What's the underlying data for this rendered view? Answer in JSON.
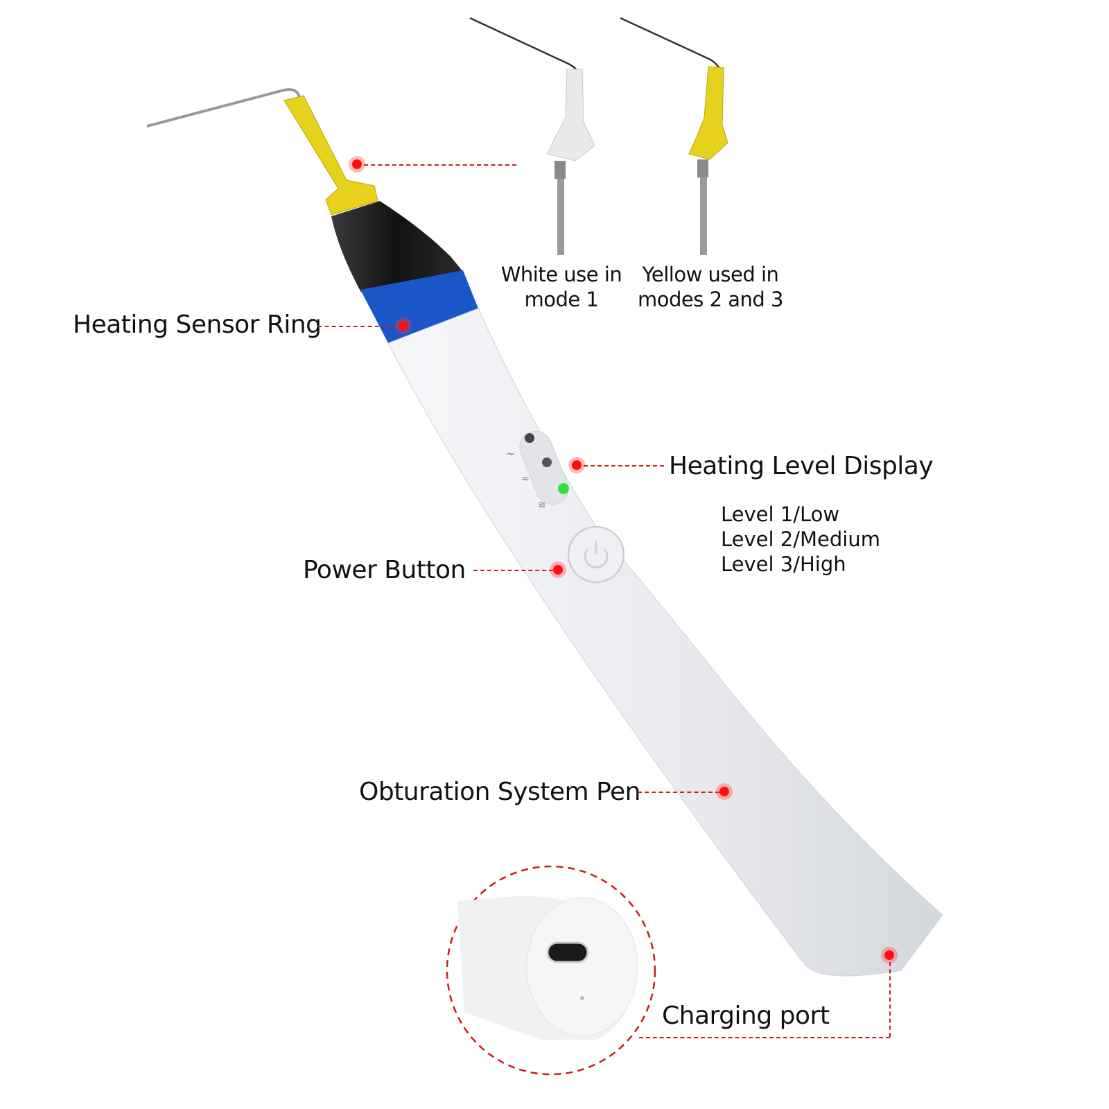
{
  "labels": {
    "heating_sensor_ring": "Heating Sensor Ring",
    "heating_level_display": "Heating Level Display",
    "power_button": "Power Button",
    "obturation_system_pen": "Obturation System Pen",
    "charging_port": "Charging port"
  },
  "tips": {
    "white": {
      "line1": "White use in",
      "line2": "mode 1"
    },
    "yellow": {
      "line1": "Yellow used in",
      "line2": "modes 2 and 3"
    }
  },
  "levels": [
    "Level 1/Low",
    "Level 2/Medium",
    "Level 3/High"
  ],
  "indicator": {
    "active_level": 3,
    "active_color": "#2ee23a",
    "inactive_color": "#555555"
  },
  "colors": {
    "accent": "#d01818",
    "tip_yellow": "#e8d21a",
    "sensor_ring_blue": "#1a56c8",
    "nozzle_black": "#1c1c1c",
    "body_white": "#eceef2"
  }
}
